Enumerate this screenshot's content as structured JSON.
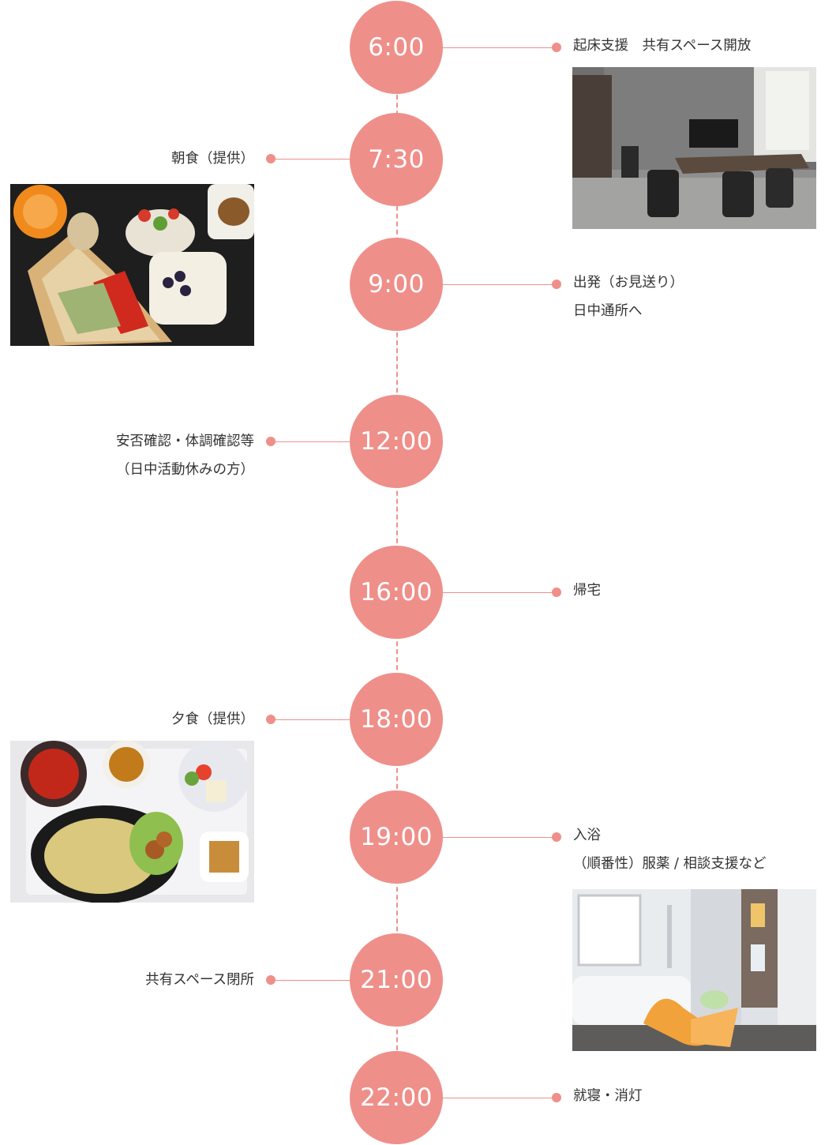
{
  "colors": {
    "accent": "#ef8f8a",
    "text": "#333333",
    "background": "#ffffff"
  },
  "timeline": [
    {
      "time": "6:00",
      "side": "right",
      "lines": [
        "起床支援　共有スペース開放"
      ],
      "photo": "living-room-photo"
    },
    {
      "time": "7:30",
      "side": "left",
      "lines": [
        "朝食（提供）"
      ],
      "photo": "breakfast-photo"
    },
    {
      "time": "9:00",
      "side": "right",
      "lines": [
        "出発（お見送り）",
        "日中通所へ"
      ]
    },
    {
      "time": "12:00",
      "side": "left",
      "lines": [
        "安否確認・体調確認等",
        "（日中活動休みの方）"
      ]
    },
    {
      "time": "16:00",
      "side": "right",
      "lines": [
        "帰宅"
      ]
    },
    {
      "time": "18:00",
      "side": "left",
      "lines": [
        "夕食（提供）"
      ],
      "photo": "dinner-photo"
    },
    {
      "time": "19:00",
      "side": "right",
      "lines": [
        "入浴",
        "（順番性）服薬 / 相談支援など"
      ],
      "photo": "bathroom-photo"
    },
    {
      "time": "21:00",
      "side": "left",
      "lines": [
        "共有スペース閉所"
      ]
    },
    {
      "time": "22:00",
      "side": "right",
      "lines": [
        "就寝・消灯"
      ]
    }
  ]
}
